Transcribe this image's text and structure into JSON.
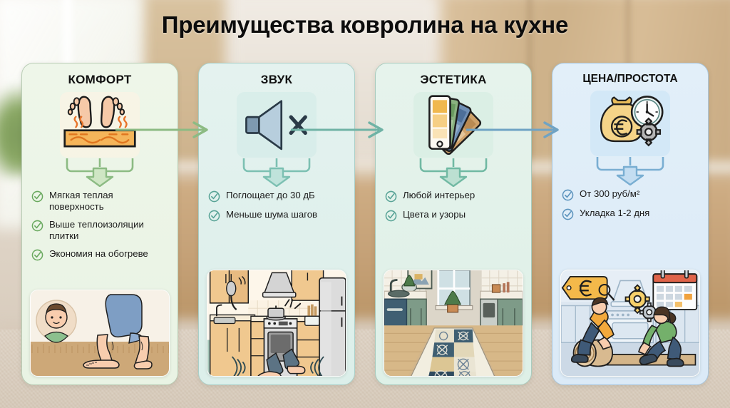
{
  "page": {
    "title": "Преимущества ковролина на кухне",
    "background": "blurred kitchen with window, wood cabinets and beige carpet floor"
  },
  "colors": {
    "card1_border": "#b9cdb5",
    "card2_border": "#a9cfc8",
    "card3_border": "#a9cbbe",
    "card4_border": "#a8c6de",
    "arrow1": "#8cbb83",
    "arrow2": "#6fb3a5",
    "arrow3": "#6fa3c4",
    "check_green": "#6aa95f",
    "check_teal": "#58a396",
    "check_blue": "#5b93bd",
    "title_text": "#0c0c0c"
  },
  "cards": [
    {
      "id": "comfort",
      "title": "КОМФОРТ",
      "icon_name": "bare-feet-on-warm-floor-icon",
      "bullets": [
        "Мягкая теплая поверхность",
        "Выше теплоизоляции плитки",
        "Экономия на обогреве"
      ],
      "photo_name": "bare-feet-on-carpet-illustration",
      "photo_alt": "Босые ноги на ковролине и улыбающееся лицо"
    },
    {
      "id": "sound",
      "title": "ЗВУК",
      "icon_name": "muted-speaker-icon",
      "bullets": [
        "Поглощает до 30 дБ",
        "Меньше шума шагов"
      ],
      "photo_name": "kitchen-footstep-noise-illustration",
      "photo_alt": "Кухня с волнами шума от шагов"
    },
    {
      "id": "aesthetics",
      "title": "ЭСТЕТИКА",
      "icon_name": "color-swatch-fan-icon",
      "bullets": [
        "Любой интерьер",
        "Цвета и узоры"
      ],
      "photo_name": "kitchen-patterned-runner-rug-illustration",
      "photo_alt": "Зелёная кухня с узорной ковровой дорожкой"
    },
    {
      "id": "price-simplicity",
      "title": "ЦЕНА/ПРОСТОТА",
      "icon_name": "money-bag-clock-gear-icon",
      "bullets": [
        "От 300 руб/м²",
        "Укладка 1-2 дня"
      ],
      "photo_name": "workers-unrolling-carpet-illustration",
      "photo_alt": "Двое рабочих раскатывают ковролин, ценник, шестерёнки, календарь"
    }
  ],
  "connectors": [
    {
      "name": "arrow-comfort-to-sound",
      "from": "comfort",
      "to": "sound"
    },
    {
      "name": "arrow-sound-to-aesthetics",
      "from": "sound",
      "to": "aesthetics"
    },
    {
      "name": "arrow-aesthetics-to-price",
      "from": "aesthetics",
      "to": "price-simplicity"
    }
  ]
}
